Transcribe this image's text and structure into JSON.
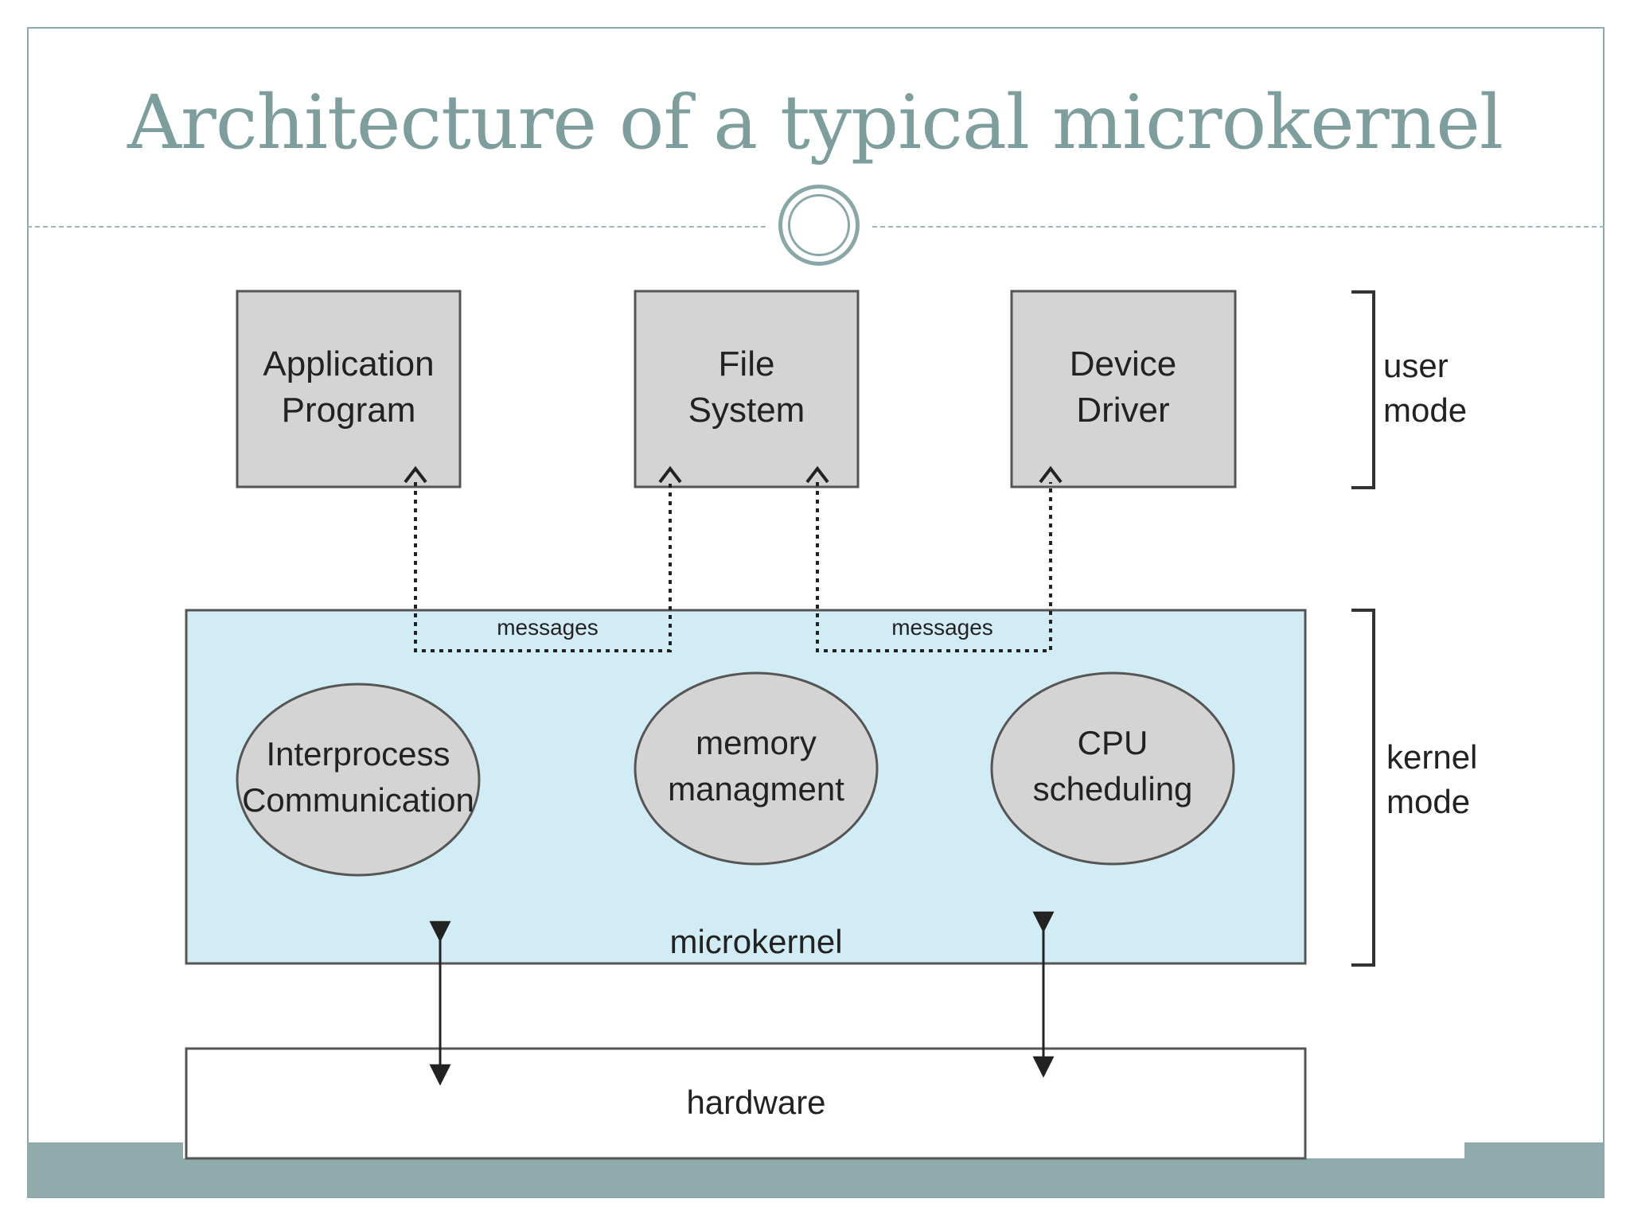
{
  "slide": {
    "title": "Architecture of a typical microkernel"
  },
  "diagram": {
    "user_components": [
      {
        "line1": "Application",
        "line2": "Program"
      },
      {
        "line1": "File",
        "line2": "System"
      },
      {
        "line1": "Device",
        "line2": "Driver"
      }
    ],
    "kernel_services": [
      {
        "line1": "Interprocess",
        "line2": "Communication"
      },
      {
        "line1": "memory",
        "line2": "managment"
      },
      {
        "line1": "CPU",
        "line2": "scheduling"
      }
    ],
    "messages_label": "messages",
    "microkernel_label": "microkernel",
    "hardware_label": "hardware",
    "user_mode": {
      "line1": "user",
      "line2": "mode"
    },
    "kernel_mode": {
      "line1": "kernel",
      "line2": "mode"
    }
  },
  "colors": {
    "title": "#7e9d9d",
    "accent_band": "#8fabac",
    "box_fill": "#d4d4d4",
    "kernel_fill": "#d2ecf5"
  }
}
